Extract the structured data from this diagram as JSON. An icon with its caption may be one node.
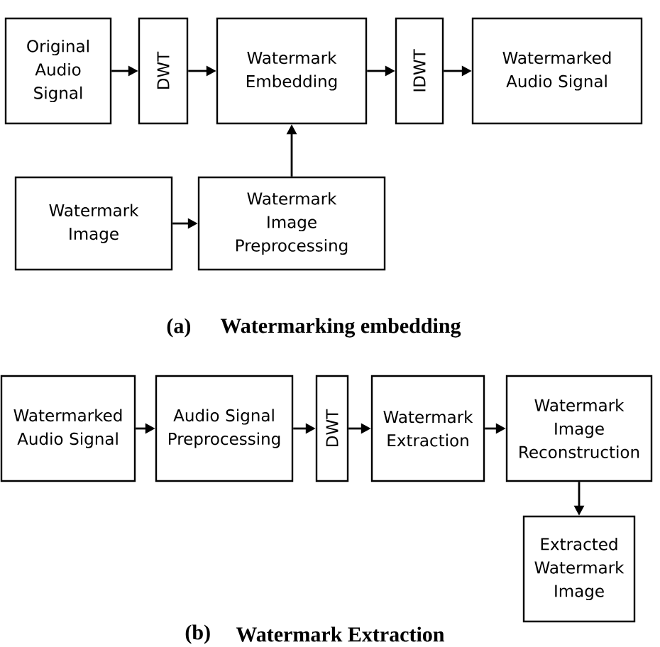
{
  "diagram": {
    "nodes": [
      {
        "text": [
          "Original Audio Signal"
        ]
      },
      {
        "text": [
          "DWT"
        ]
      },
      {
        "text": [
          "Watermark Embedding"
        ]
      },
      {
        "text": [
          "IDWT"
        ]
      },
      {
        "text": [
          "Watermarked Audio Signal"
        ]
      },
      {
        "text": [
          "Watermark Image"
        ]
      },
      {
        "text": [
          "Watermark Image Preprocessing"
        ]
      },
      {
        "text": [
          "Watermarked Audio Signal"
        ]
      },
      {
        "text": [
          "Audio Signal Preprocessing"
        ]
      },
      {
        "text": [
          "DWT"
        ]
      },
      {
        "text": [
          "Watermark Extraction"
        ]
      },
      {
        "text": [
          "Watermark Image Reconstruction"
        ]
      },
      {
        "text": [
          "Extracted Watermark Image"
        ]
      }
    ],
    "edges": [
      {
        "from": 0,
        "to": 1,
        "arrow": "to"
      },
      {
        "from": 1,
        "to": 2,
        "arrow": "to"
      },
      {
        "from": 2,
        "to": 3,
        "arrow": "to"
      },
      {
        "from": 3,
        "to": 4,
        "arrow": "to"
      },
      {
        "from": 5,
        "to": 6,
        "arrow": "to"
      },
      {
        "from": 6,
        "to": 2,
        "arrow": "to"
      },
      {
        "from": 7,
        "to": 8,
        "arrow": "to"
      },
      {
        "from": 8,
        "to": 9,
        "arrow": "to"
      },
      {
        "from": 9,
        "to": 10,
        "arrow": "to"
      },
      {
        "from": 10,
        "to": 11,
        "arrow": "to"
      },
      {
        "from": 11,
        "to": 12,
        "arrow": "to"
      }
    ],
    "labels": [
      "(a)",
      "Watermarking embedding",
      "(b)",
      "Watermark Extraction"
    ]
  }
}
